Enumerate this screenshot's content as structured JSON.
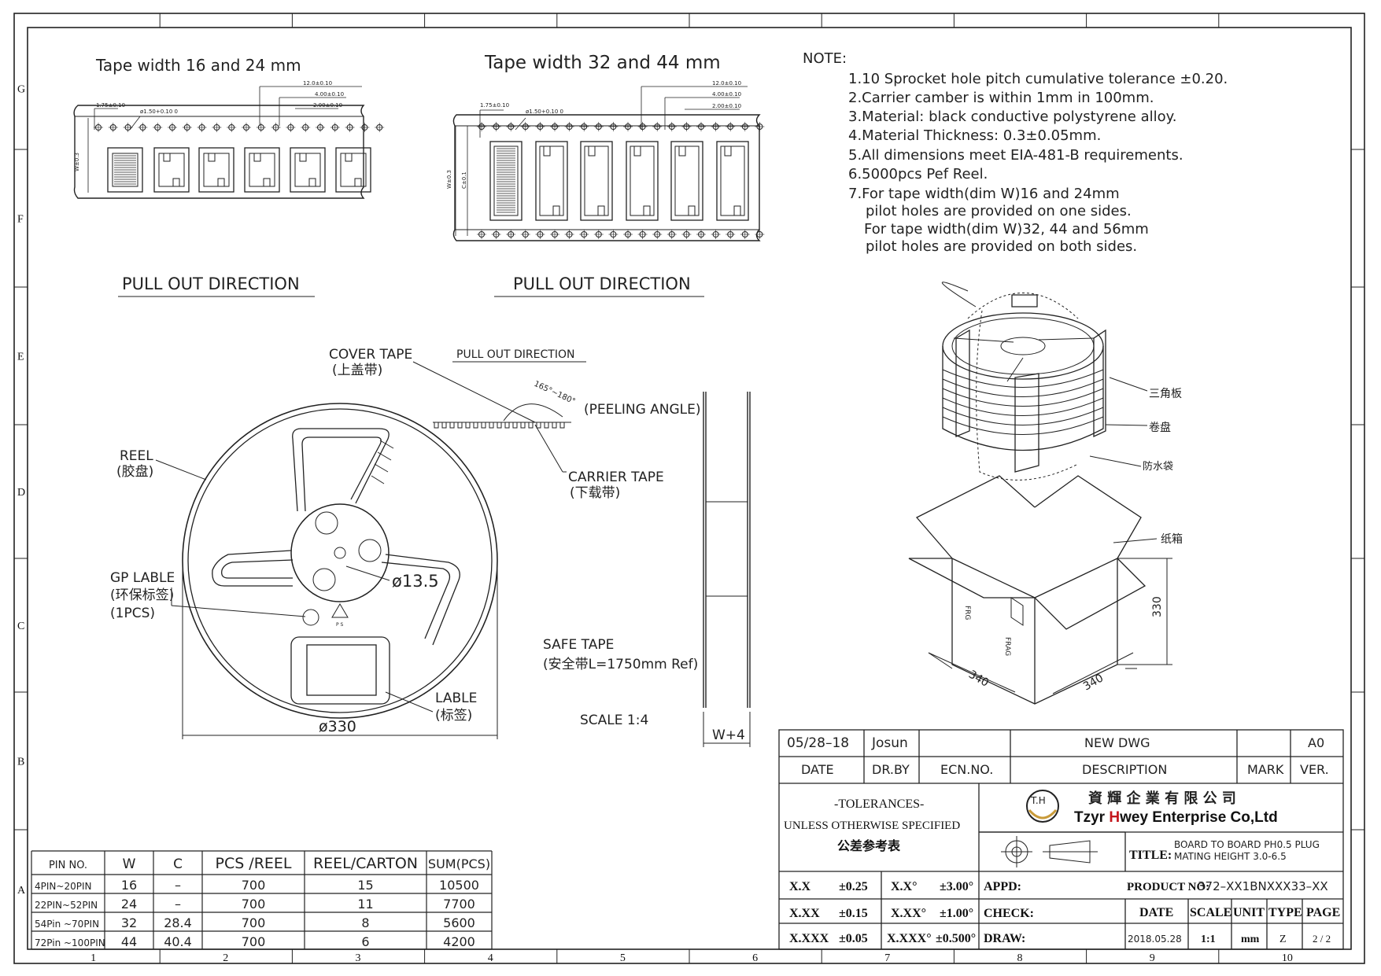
{
  "border": {
    "rows_top_to_bottom": [
      "G",
      "F",
      "E",
      "D",
      "C",
      "B",
      "A"
    ],
    "cols": [
      "1",
      "2",
      "3",
      "4",
      "5",
      "6",
      "7",
      "8",
      "9",
      "10"
    ]
  },
  "tape16": {
    "title": "Tape width 16 and 24 mm",
    "dims": [
      "12.0±0.10",
      "4.00±0.10",
      "2.00±0.10",
      "1.75±0.10",
      "ø1.50+0.10 0",
      "W±0.3"
    ],
    "direction": "PULL OUT DIRECTION"
  },
  "tape32": {
    "title": "Tape width 32 and 44 mm",
    "dims": [
      "12.0±0.10",
      "4.00±0.10",
      "2.00±0.10",
      "1.75±0.10",
      "ø1.50+0.10 0",
      "W±0.3",
      "C±0.1"
    ],
    "direction": "PULL OUT DIRECTION"
  },
  "notes": {
    "heading": "NOTE:",
    "lines": [
      "1.10 Sprocket hole pitch cumulative tolerance ±0.20.",
      "2.Carrier camber is within 1mm in 100mm.",
      "3.Material: black conductive polystyrene alloy.",
      "4.Material Thickness: 0.3±0.05mm.",
      "5.All dimensions meet EIA-481-B requirements.",
      "6.5000pcs Pef Reel.",
      "7.For tape width(dim W)16 and 24mm",
      "pilot holes are provided on one sides.",
      "For tape width(dim W)32, 44 and 56mm",
      "pilot holes are provided on both sides."
    ]
  },
  "reel": {
    "cover_tape": "COVER TAPE",
    "cover_tape_cn": "(上盖带)",
    "pull_out": "PULL OUT DIRECTION",
    "angle": "165°~180°",
    "peeling": "(PEELING ANGLE)",
    "carrier_tape": "CARRIER TAPE",
    "carrier_tape_cn": "(下载带)",
    "reel_label": "REEL",
    "reel_cn": "(胶盘)",
    "gp_label": "GP LABLE",
    "gp_cn": "(环保标签)",
    "gp_qty": "(1PCS)",
    "hub_dia": "ø13.5",
    "dia": "ø330",
    "lable": "LABLE",
    "lable_cn": "(标签)",
    "safe_tape": "SAFE TAPE",
    "safe_tape_cn": "(安全带L=1750mm Ref)",
    "scale": "SCALE 1:4",
    "w4": "W+4"
  },
  "packing": {
    "triangle": "三角板",
    "reel": "卷盘",
    "bag": "防水袋",
    "carton": "纸箱",
    "h": "330",
    "d1": "340",
    "d2": "340"
  },
  "pin_table": {
    "headers": [
      "PIN NO.",
      "W",
      "C",
      "PCS /REEL",
      "REEL/CARTON",
      "SUM(PCS)"
    ],
    "rows": [
      [
        "4PIN~20PIN",
        "16",
        "–",
        "700",
        "15",
        "10500"
      ],
      [
        "22PIN~52PIN",
        "24",
        "–",
        "700",
        "11",
        "7700"
      ],
      [
        "54Pin ~70PIN",
        "32",
        "28.4",
        "700",
        "8",
        "5600"
      ],
      [
        "72Pin ~100PIN",
        "44",
        "40.4",
        "700",
        "6",
        "4200"
      ]
    ]
  },
  "title_block": {
    "rev_date": "05/28–18",
    "rev_by": "Josun",
    "rev_desc": "NEW DWG",
    "rev_ver": "A0",
    "h_date": "DATE",
    "h_drby": "DR.BY",
    "h_ecn": "ECN.NO.",
    "h_desc": "DESCRIPTION",
    "h_mark": "MARK",
    "h_ver": "VER.",
    "tol1": "-TOLERANCES-",
    "tol2": "UNLESS OTHERWISE SPECIFIED",
    "tol3": "公差参考表",
    "logo": "T.H",
    "company_cn": "資 輝 企 業 有 限 公 司",
    "company_a": "T",
    "company_b": "zyr ",
    "company_c": "H",
    "company_d": "wey Enterprise Co,Ltd",
    "title_label": "TITLE:",
    "title1": "BOARD TO BOARD PH0.5 PLUG",
    "title2": "MATING HEIGHT 3.0-6.5",
    "tol_rows": [
      [
        "X.X",
        "±0.25",
        "X.X°",
        "±3.00°"
      ],
      [
        "X.XX",
        "±0.15",
        "X.XX°",
        "±1.00°"
      ],
      [
        "X.XXX",
        "±0.05",
        "X.XXX°",
        "±0.500°"
      ]
    ],
    "appd": "APPD:",
    "check": "CHECK:",
    "draw": "DRAW:",
    "pn_label": "PRODUCT NO:",
    "pn": "372–XX1BNXXX33–XX",
    "h2_date": "DATE",
    "h2_scale": "SCALE",
    "h2_unit": "UNIT",
    "h2_type": "TYPE",
    "h2_page": "PAGE",
    "v_date": "2018.05.28",
    "v_scale": "1:1",
    "v_unit": "mm",
    "v_type": "Z",
    "v_page": "2 / 2"
  }
}
